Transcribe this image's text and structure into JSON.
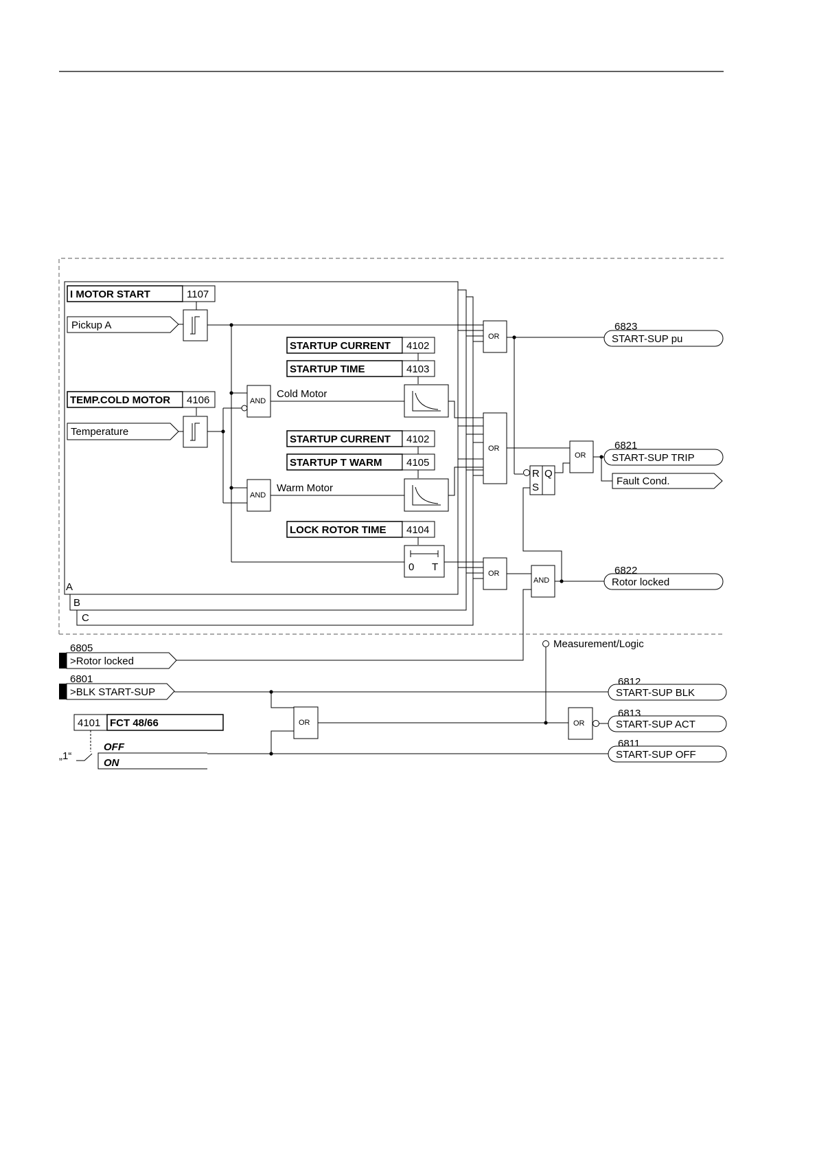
{
  "settings": {
    "i_motor_start": {
      "label": "I MOTOR START",
      "code": "1107"
    },
    "temp_cold_motor": {
      "label": "TEMP.COLD MOTOR",
      "code": "4106"
    },
    "startup_current_cold": {
      "label": "STARTUP CURRENT",
      "code": "4102"
    },
    "startup_time": {
      "label": "STARTUP TIME",
      "code": "4103"
    },
    "startup_current_warm": {
      "label": "STARTUP CURRENT",
      "code": "4102"
    },
    "startup_t_warm": {
      "label": "STARTUP T WARM",
      "code": "4105"
    },
    "lock_rotor_time": {
      "label": "LOCK ROTOR TIME",
      "code": "4104"
    },
    "fct": {
      "code": "4101",
      "label": "FCT 48/66"
    }
  },
  "inputs": {
    "pickup": "Pickup A",
    "temperature": "Temperature",
    "rotor_locked_code": "6805",
    "rotor_locked": ">Rotor locked",
    "blk_code": "6801",
    "blk": ">BLK START-SUP"
  },
  "signals": {
    "cold_motor": "Cold Motor",
    "warm_motor": "Warm Motor",
    "measurement_logic": "Measurement/Logic"
  },
  "outputs": {
    "pu": {
      "code": "6823",
      "label": "START-SUP pu"
    },
    "trip": {
      "code": "6821",
      "label": "START-SUP TRIP"
    },
    "fault": {
      "label": "Fault Cond."
    },
    "rotor": {
      "code": "6822",
      "label": "Rotor locked"
    },
    "blk": {
      "code": "6812",
      "label": "START-SUP BLK"
    },
    "act": {
      "code": "6813",
      "label": "START-SUP ACT"
    },
    "off": {
      "code": "6811",
      "label": "START-SUP OFF"
    }
  },
  "gates": {
    "and": "AND",
    "or": "OR"
  },
  "ff": {
    "r": "R",
    "s": "S",
    "q": "Q"
  },
  "timer": {
    "zero": "0",
    "t": "T"
  },
  "phases": {
    "a": "A",
    "b": "B",
    "c": "C"
  },
  "switch": {
    "one": "„1“",
    "off": "OFF",
    "on": "ON"
  }
}
